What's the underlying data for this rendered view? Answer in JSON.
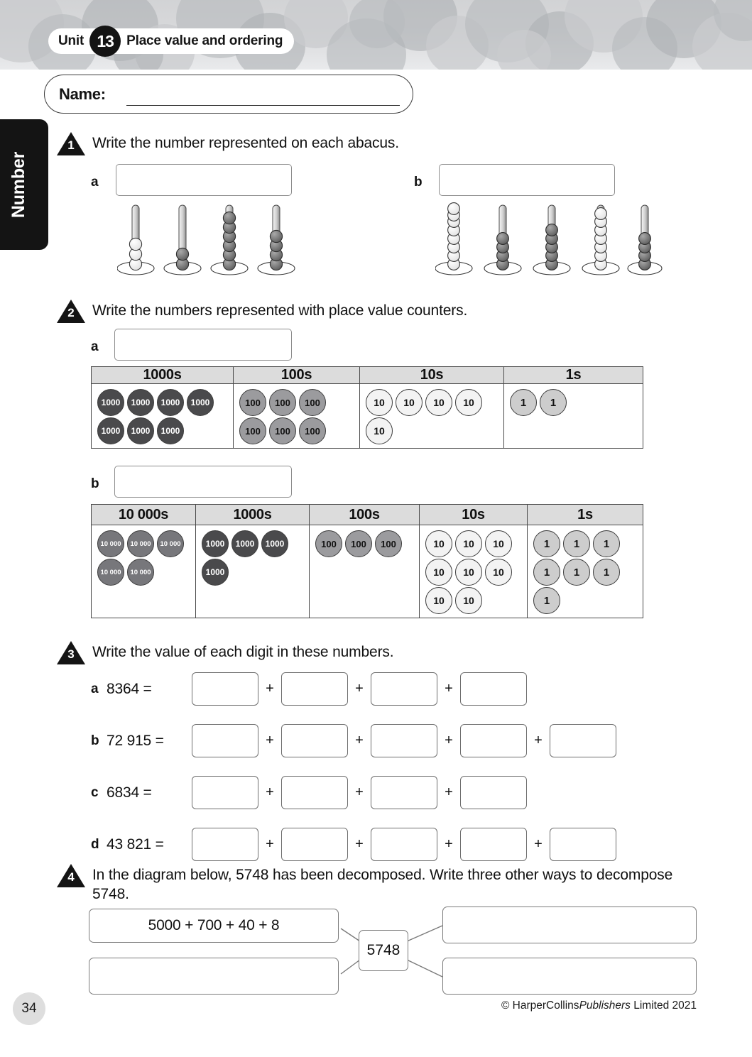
{
  "header": {
    "unit_word": "Unit",
    "unit_number": "13",
    "unit_title": "Place value and ordering",
    "name_label": "Name:"
  },
  "side_tab": {
    "label": "Number"
  },
  "questions": [
    {
      "number": "1",
      "text": "Write the number represented on each abacus.",
      "parts": [
        {
          "letter": "a",
          "abacus_beads": [
            3,
            2,
            6,
            4
          ]
        },
        {
          "letter": "b",
          "abacus_beads": [
            8,
            4,
            5,
            7,
            4
          ]
        }
      ]
    },
    {
      "number": "2",
      "text": "Write the numbers represented with place value counters.",
      "parts": [
        {
          "letter": "a",
          "columns": [
            {
              "header": "1000s",
              "counter_label": "1000",
              "count": 7,
              "style": "c-1000"
            },
            {
              "header": "100s",
              "counter_label": "100",
              "count": 6,
              "style": "c-100"
            },
            {
              "header": "10s",
              "counter_label": "10",
              "count": 5,
              "style": "c-10"
            },
            {
              "header": "1s",
              "counter_label": "1",
              "count": 2,
              "style": "c-1"
            }
          ]
        },
        {
          "letter": "b",
          "columns": [
            {
              "header": "10 000s",
              "counter_label": "10 000",
              "count": 5,
              "style": "c-10000"
            },
            {
              "header": "1000s",
              "counter_label": "1000",
              "count": 4,
              "style": "c-1000"
            },
            {
              "header": "100s",
              "counter_label": "100",
              "count": 3,
              "style": "c-100"
            },
            {
              "header": "10s",
              "counter_label": "10",
              "count": 8,
              "style": "c-10"
            },
            {
              "header": "1s",
              "counter_label": "1",
              "count": 7,
              "style": "c-1"
            }
          ]
        }
      ]
    },
    {
      "number": "3",
      "text": "Write the value of each digit in these numbers.",
      "rows": [
        {
          "letter": "a",
          "number": "8364 =",
          "boxes": 4
        },
        {
          "letter": "b",
          "number": "72 915 =",
          "boxes": 5
        },
        {
          "letter": "c",
          "number": "6834 =",
          "boxes": 4
        },
        {
          "letter": "d",
          "number": "43 821 =",
          "boxes": 5
        }
      ],
      "plus": "+"
    },
    {
      "number": "4",
      "text": "In the diagram below, 5748 has been decomposed. Write three other ways to decompose 5748.",
      "center_value": "5748",
      "boxes": [
        {
          "position": "top-left",
          "value": "5000 + 700 + 40 + 8"
        },
        {
          "position": "top-right",
          "value": ""
        },
        {
          "position": "bottom-left",
          "value": ""
        },
        {
          "position": "bottom-right",
          "value": ""
        }
      ]
    }
  ],
  "footer": {
    "page_number": "34",
    "copyright_pre": "© HarperCollins",
    "copyright_italic": "Publishers",
    "copyright_post": " Limited 2021"
  }
}
